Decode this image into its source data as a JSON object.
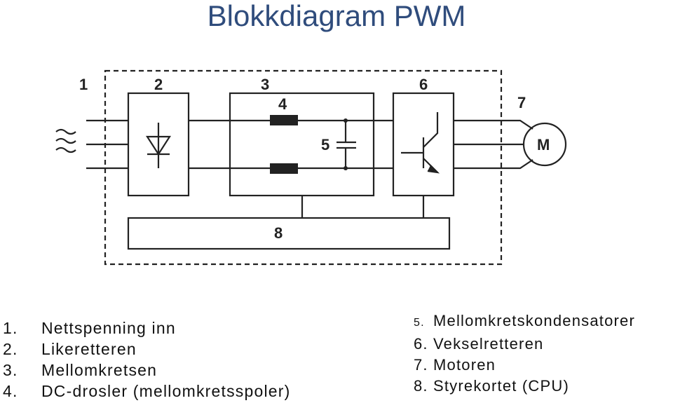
{
  "title": "Blokkdiagram PWM",
  "diagram": {
    "labels": [
      "1",
      "2",
      "3",
      "4",
      "5",
      "6",
      "7",
      "8"
    ],
    "motor": "M",
    "mains_symbol": "≈"
  },
  "legend_left": [
    {
      "num": "1.",
      "text": "Nettspenning inn"
    },
    {
      "num": "2.",
      "text": "Likeretteren"
    },
    {
      "num": "3.",
      "text": "Mellomkretsen"
    },
    {
      "num": "4.",
      "text": "DC-drosler (mellomkretsspoler)"
    }
  ],
  "legend_right": [
    {
      "num": "5.",
      "text": "Mellomkretskondensatorer"
    },
    {
      "num": "6.",
      "text": "Vekselretteren"
    },
    {
      "num": "7.",
      "text": "Motoren"
    },
    {
      "num": "8.",
      "text": "Styrekortet (CPU)"
    }
  ]
}
